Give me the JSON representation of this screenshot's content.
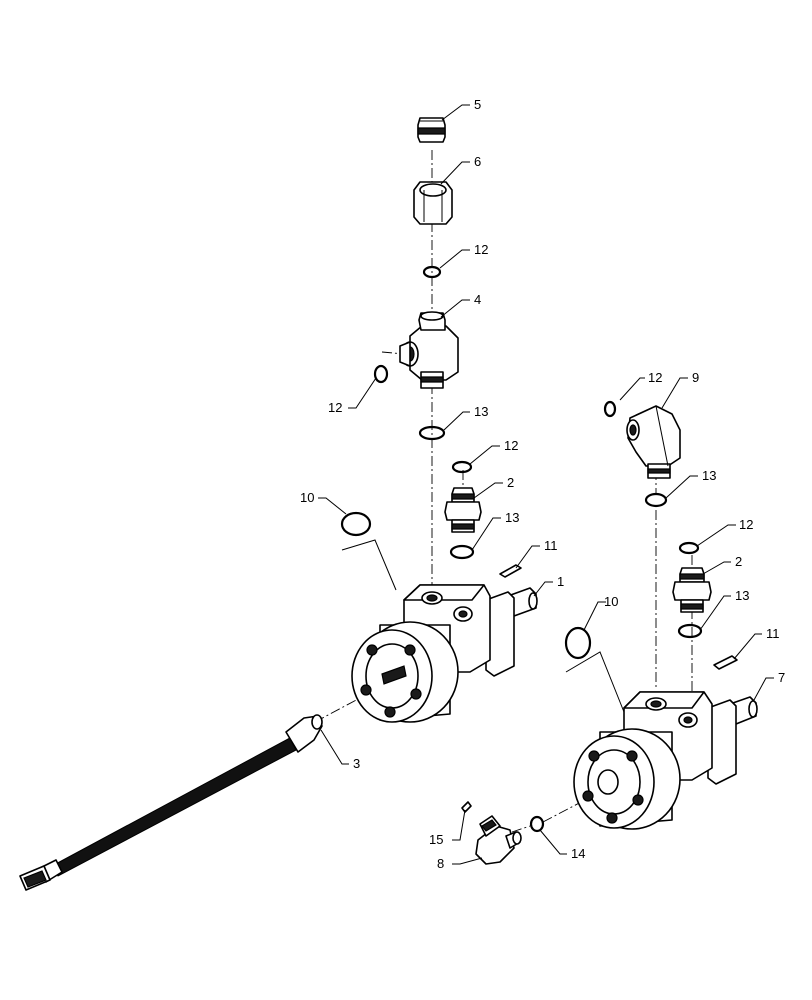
{
  "diagram": {
    "background": "#ffffff",
    "line_color": "#000000",
    "callouts": [
      {
        "id": "c5",
        "text": "5"
      },
      {
        "id": "c6",
        "text": "6"
      },
      {
        "id": "c12a",
        "text": "12"
      },
      {
        "id": "c4",
        "text": "4"
      },
      {
        "id": "c12b",
        "text": "12"
      },
      {
        "id": "c13a",
        "text": "13"
      },
      {
        "id": "c12c",
        "text": "12"
      },
      {
        "id": "c2a",
        "text": "2"
      },
      {
        "id": "c13b",
        "text": "13"
      },
      {
        "id": "c10a",
        "text": "10"
      },
      {
        "id": "c11a",
        "text": "11"
      },
      {
        "id": "c1",
        "text": "1"
      },
      {
        "id": "c12d",
        "text": "12"
      },
      {
        "id": "c9",
        "text": "9"
      },
      {
        "id": "c13c",
        "text": "13"
      },
      {
        "id": "c12e",
        "text": "12"
      },
      {
        "id": "c2b",
        "text": "2"
      },
      {
        "id": "c13d",
        "text": "13"
      },
      {
        "id": "c10b",
        "text": "10"
      },
      {
        "id": "c11b",
        "text": "11"
      },
      {
        "id": "c7",
        "text": "7"
      },
      {
        "id": "c3",
        "text": "3"
      },
      {
        "id": "c15",
        "text": "15"
      },
      {
        "id": "c8",
        "text": "8"
      },
      {
        "id": "c14",
        "text": "14"
      }
    ]
  }
}
